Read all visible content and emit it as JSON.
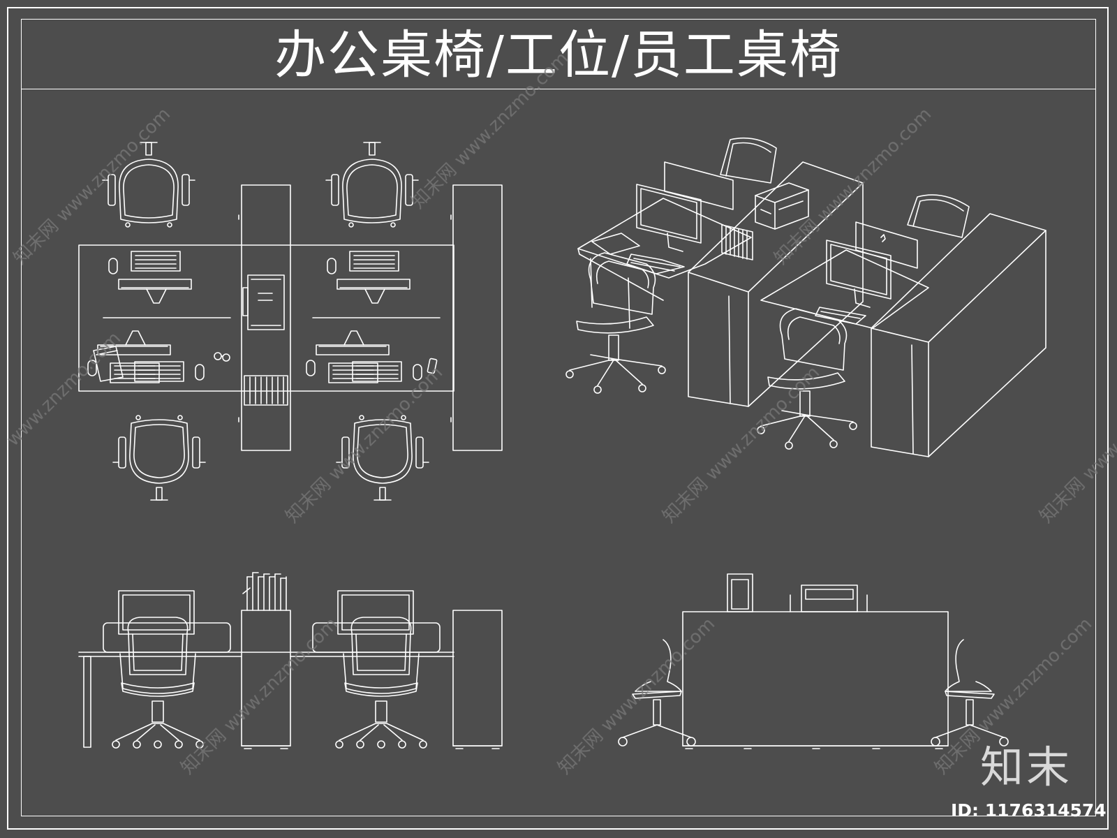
{
  "title": "办公桌椅/工位/员工桌椅",
  "watermark": {
    "brand": "知末",
    "image_id": "ID: 1176314574"
  },
  "colors": {
    "background": "#4d4d4d",
    "line": "#ffffff"
  },
  "views": [
    {
      "name": "plan-view"
    },
    {
      "name": "axonometric-view"
    },
    {
      "name": "front-elevation"
    },
    {
      "name": "side-elevation"
    }
  ]
}
